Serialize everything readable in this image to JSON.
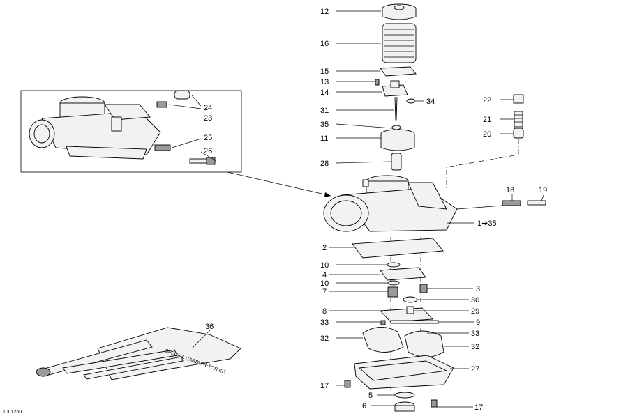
{
  "diagram_code": "10L1260",
  "callouts": {
    "c12": "12",
    "c16": "16",
    "c15": "15",
    "c13": "13",
    "c14": "14",
    "c34": "34",
    "c31": "31",
    "c35": "35",
    "c11": "11",
    "c28": "28",
    "c22": "22",
    "c21": "21",
    "c20": "20",
    "c18": "18",
    "c19": "19",
    "c1_35": "1➔35",
    "c2": "2",
    "c10a": "10",
    "c4": "4",
    "c10b": "10",
    "c7": "7",
    "c3": "3",
    "c30": "30",
    "c8": "8",
    "c29": "29",
    "c33a": "33",
    "c9": "9",
    "c33b": "33",
    "c32a": "32",
    "c32b": "32",
    "c27": "27",
    "c17a": "17",
    "c5": "5",
    "c6": "6",
    "c17b": "17",
    "c24": "24",
    "c23": "23",
    "c25": "25",
    "c26": "26",
    "c36": "36"
  },
  "kit_label": "SPECIAL CARBURETOR KIT"
}
